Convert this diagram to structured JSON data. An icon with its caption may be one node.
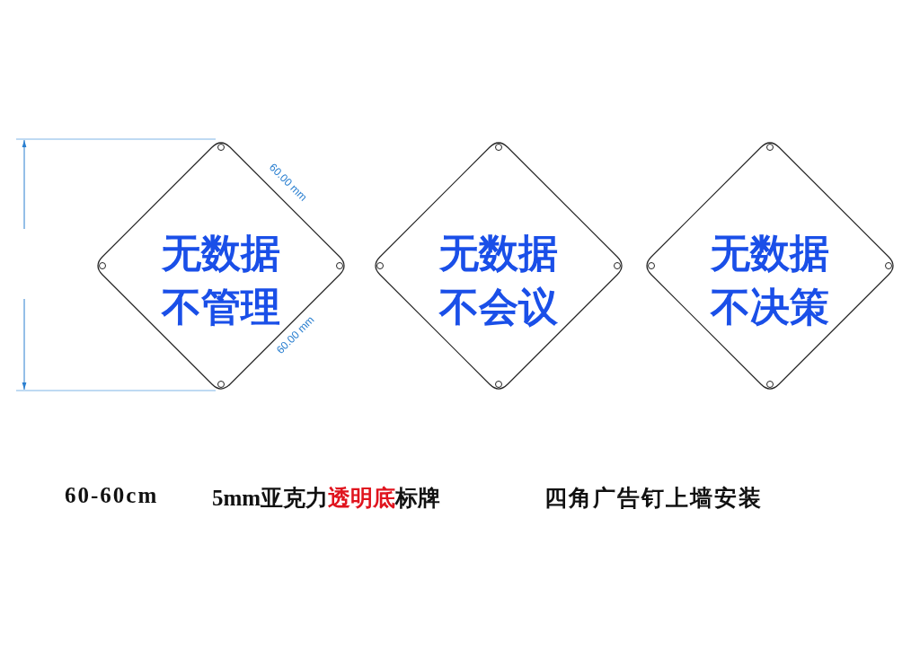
{
  "diagram": {
    "nodes": [
      {
        "text": [
          "无数据不管理"
        ]
      },
      {
        "text": [
          "无数据不会议"
        ]
      },
      {
        "text": [
          "无数据不决策"
        ]
      }
    ],
    "edges": [],
    "labels": [
      "60.00 mm",
      "60.00 mm",
      "60-60cm",
      "5mm亚克力**透明底**标牌",
      "四角广告钉上墙安装"
    ]
  }
}
